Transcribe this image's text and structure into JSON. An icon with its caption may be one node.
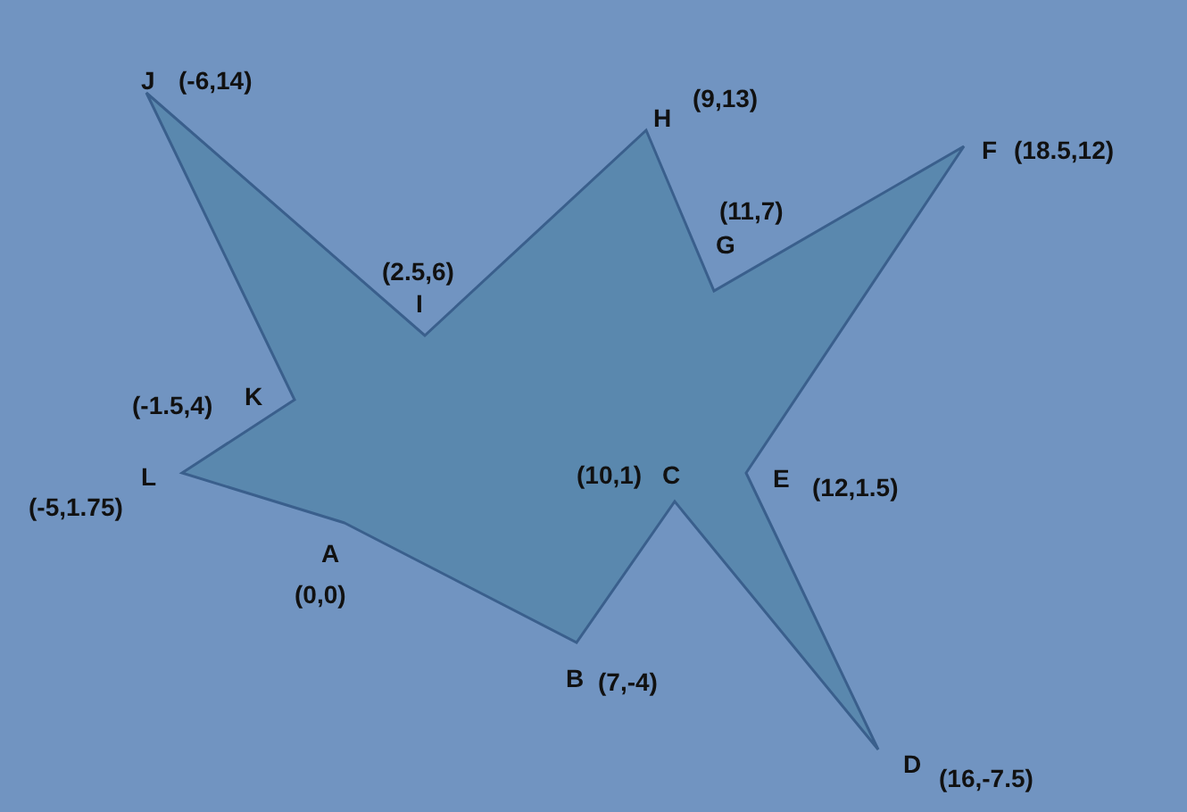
{
  "diagram": {
    "labels": [
      "J",
      "(-6,14)",
      "H",
      "(9,13)",
      "F",
      "(18.5,12)",
      "(11,7)",
      "G",
      "(2.5,6)",
      "I",
      "(-1.5,4)",
      "K",
      "(10,1)",
      "C",
      "E",
      "(12,1.5)",
      "L",
      "(-5,1.75)",
      "A",
      "(0,0)",
      "B",
      "(7,-4)",
      "D",
      "(16,-7.5)"
    ]
  }
}
